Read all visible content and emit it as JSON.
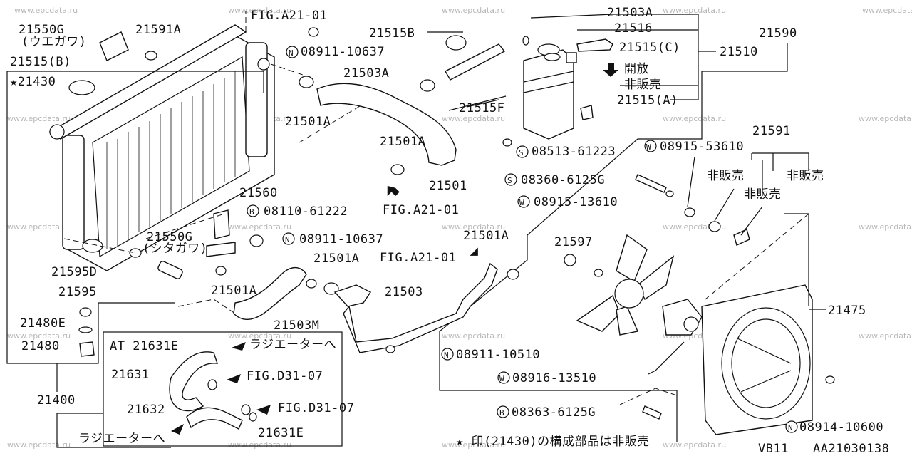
{
  "watermark": "www.epcdata.ru",
  "labels": {
    "fig_a21_01_top": "FIG.A21-01",
    "p21550G_top": "21550G",
    "uegawa": "(ウエガワ)",
    "p21591A": "21591A",
    "p21515B_left": "21515(B)",
    "p21430": "★21430",
    "n08911_10637_top": "08911-10637",
    "p21515B_hose": "21515B",
    "p21503A_top": "21503A",
    "p21501A_top": "21501A",
    "p21503A_mid": "21503A",
    "p21516": "21516",
    "p21515C": "21515(C)",
    "p21510": "21510",
    "kaiho": "開放",
    "hihanbai_1": "非販売",
    "p21515A": "21515(A)",
    "p21590": "21590",
    "p21515F": "21515F",
    "s08513_61223": "08513-61223",
    "w08915_53610": "08915-53610",
    "p21591": "21591",
    "p21501A_mid": "21501A",
    "p21501": "21501",
    "s08360_6125G": "08360-6125G",
    "w08915_13610": "08915-13610",
    "hihanbai_2": "非販売",
    "hihanbai_3": "非販売",
    "hihanbai_4": "非販売",
    "p21560": "21560",
    "b08110_61222": "08110-61222",
    "fig_a21_01_mid": "FIG.A21-01",
    "p21550G_bot": "21550G",
    "shitagawa": "(シタガワ)",
    "n08911_10637_bot": "08911-10637",
    "p21501A_r": "21501A",
    "p21597": "21597",
    "p21501A_c": "21501A",
    "fig_a21_01_low": "FIG.A21-01",
    "p21595D": "21595D",
    "p21595": "21595",
    "p21501A_low": "21501A",
    "p21503": "21503",
    "p21475": "21475",
    "p21480E": "21480E",
    "p21503M": "21503M",
    "p21480": "21480",
    "at_21631E": "AT 21631E",
    "to_radiator_1": "ラジエーターへ",
    "n08911_10510": "08911-10510",
    "p21631": "21631",
    "fig_d31_07_a": "FIG.D31-07",
    "w08916_13510": "08916-13510",
    "p21400": "21400",
    "p21632": "21632",
    "fig_d31_07_b": "FIG.D31-07",
    "b08363_6125G": "08363-6125G",
    "to_radiator_2": "ラジエーターへ",
    "p21631E": "21631E",
    "n08914_10600": "08914-10600",
    "footnote": "★ 印(21430)の構成部品は非販売",
    "model_code": "VB11",
    "drawing_code": "AA21030138"
  }
}
